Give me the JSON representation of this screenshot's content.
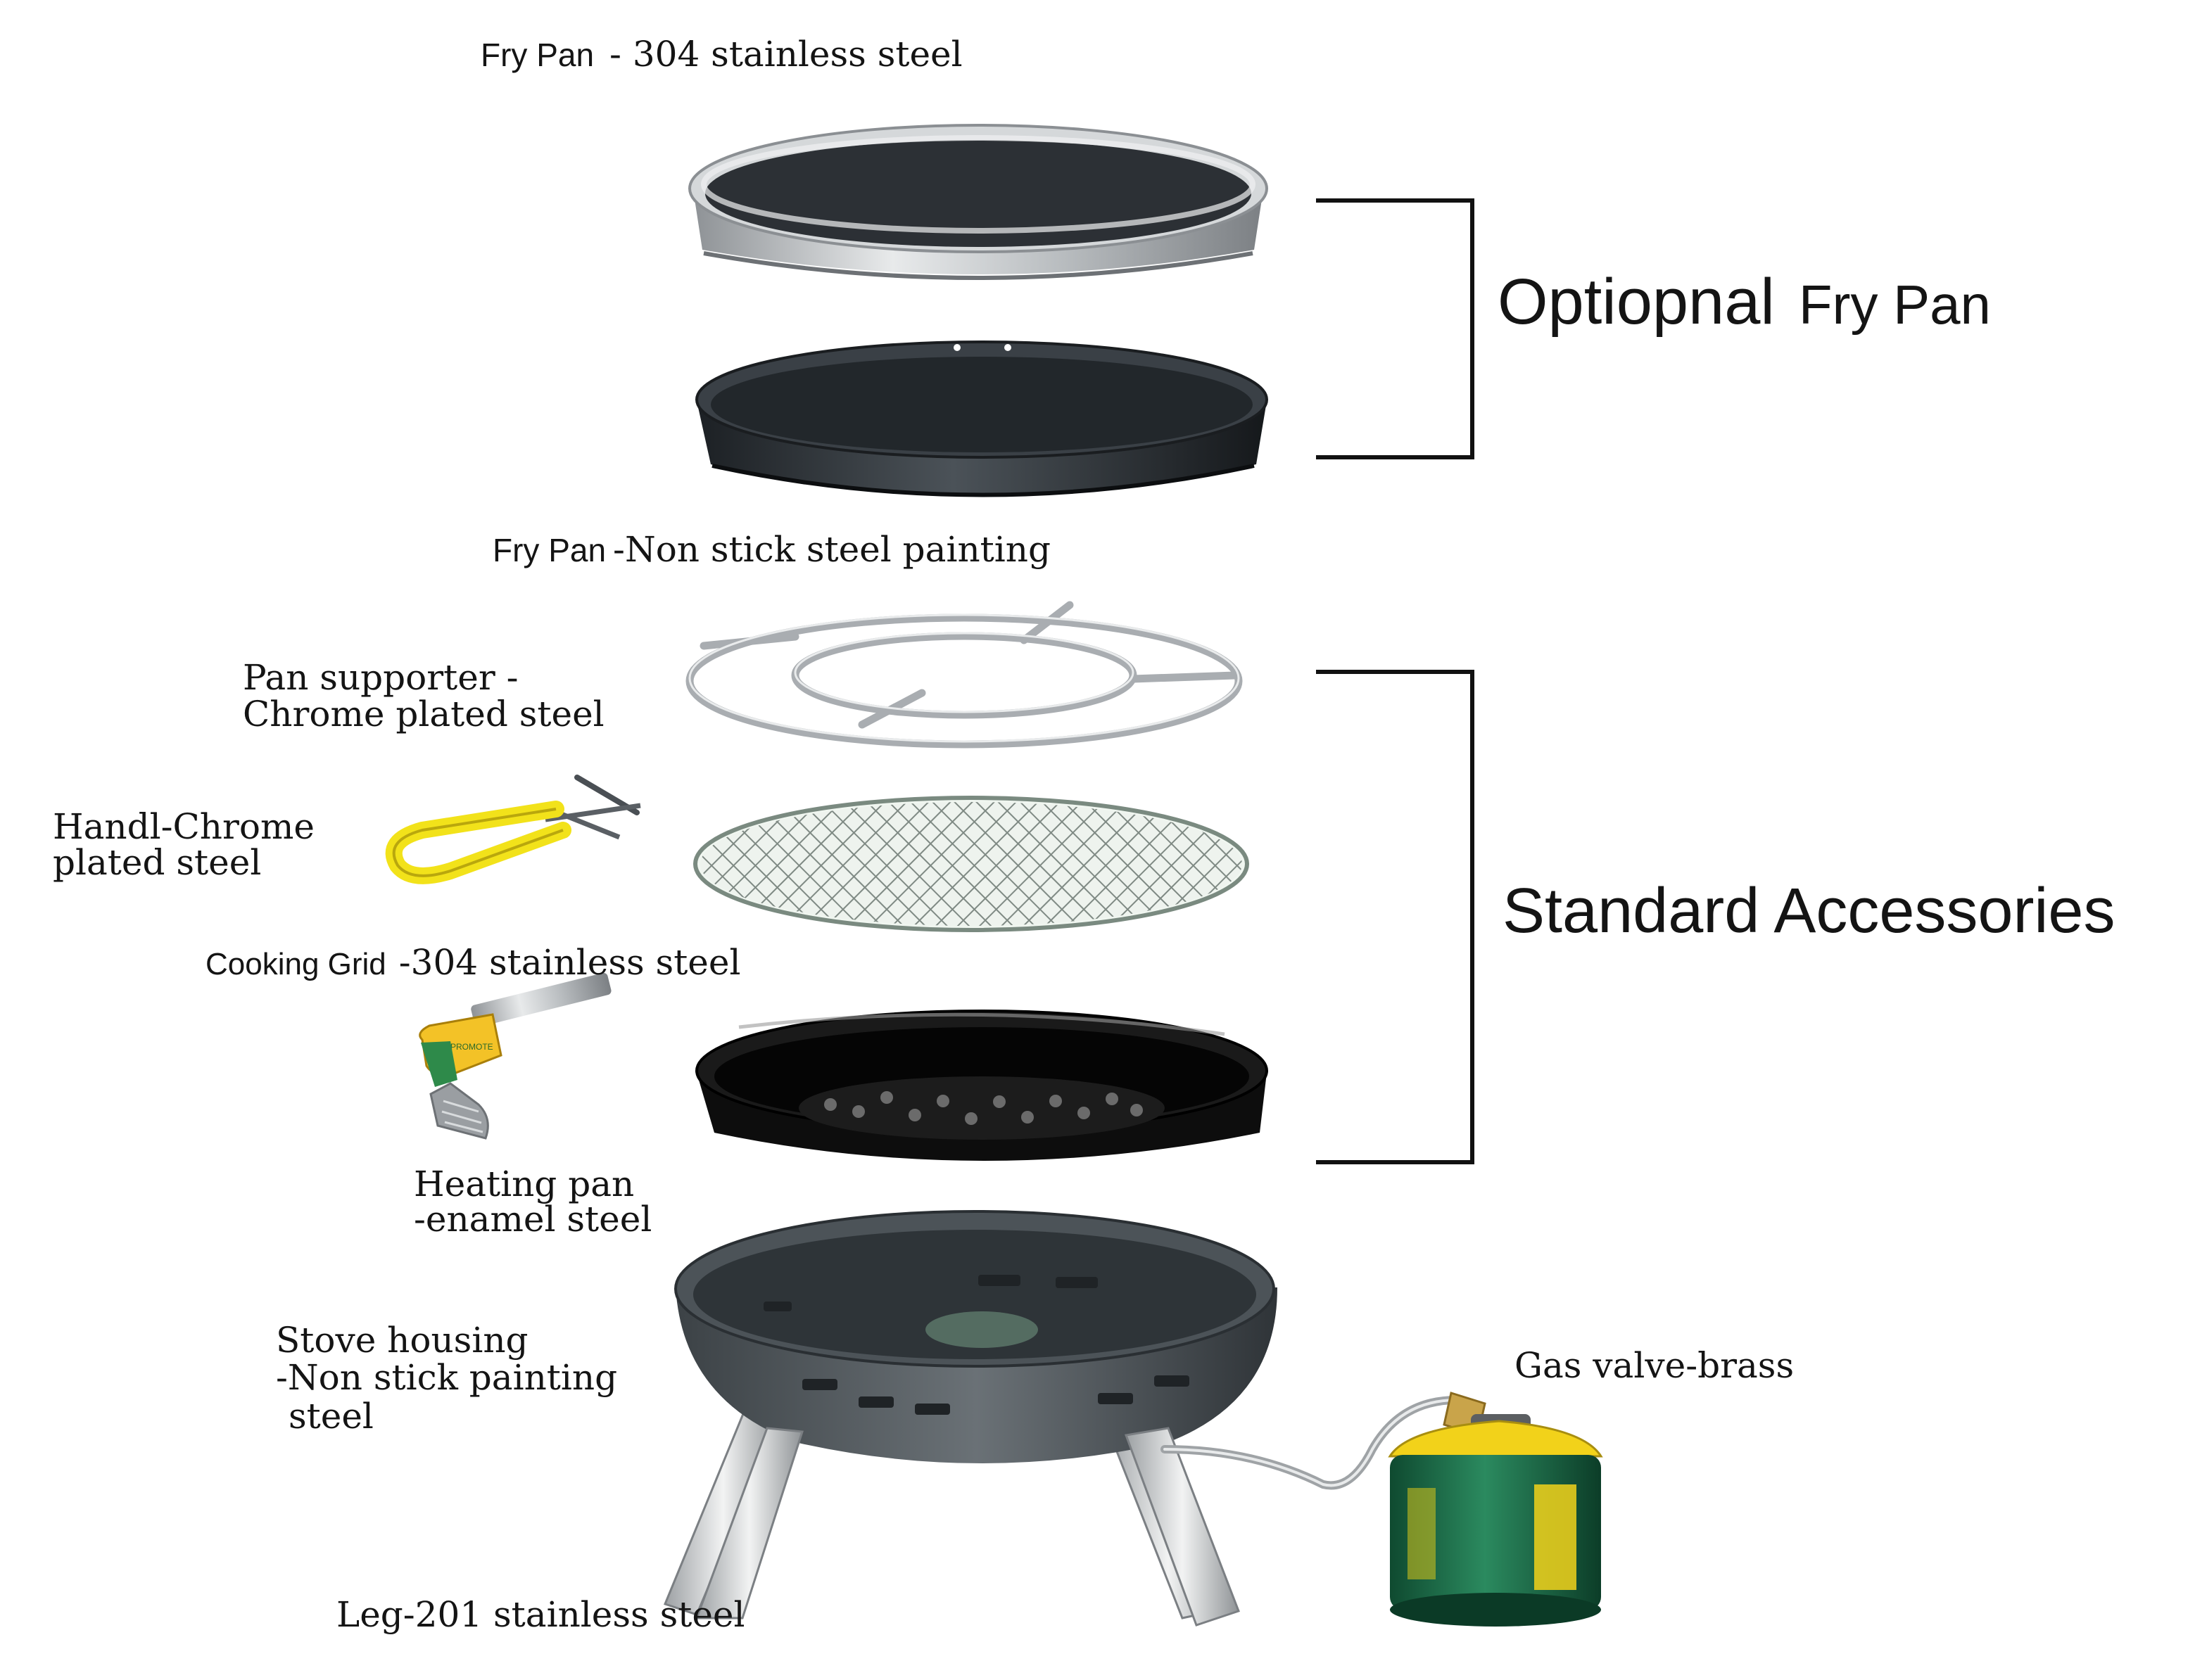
{
  "labels": {
    "fry_pan_top_prefix": "Fry Pan",
    "fry_pan_top_rest": "- 304 stainless steel",
    "fry_pan_nonstick_prefix": "Fry Pan",
    "fry_pan_nonstick_rest": "-Non stick steel painting",
    "pan_supporter_line1": "Pan supporter -",
    "pan_supporter_line2": "Chrome plated steel",
    "handle_line1": "Handl-Chrome",
    "handle_line2": "plated steel",
    "cooking_grid_prefix": "Cooking Grid",
    "cooking_grid_rest": "-304 stainless steel",
    "heating_pan_line1": "Heating pan",
    "heating_pan_line2": "-enamel steel",
    "stove_housing_line1": "Stove housing",
    "stove_housing_line2": "-Non stick painting",
    "stove_housing_line3": "steel",
    "gas_valve": "Gas valve-brass",
    "leg": "Leg-201 stainless steel"
  },
  "groups": {
    "optional_word": "Optiopnal",
    "optional_item": "Fry Pan",
    "standard": "Standard Accessories"
  },
  "igniter_brand": "PROMOTE",
  "colors": {
    "stainless": "#c9ccce",
    "nonstick": "#2b3035",
    "chrome": "#b9bdc1",
    "handle_grip": "#f2e21a",
    "enamel": "#0b0b0b",
    "canister": "#1f6b4a",
    "canister_label": "#f2d21a",
    "igniter_body": "#f3c227",
    "brass": "#c9a44a"
  },
  "icons": [
    "fry-pan",
    "pan-supporter",
    "handle",
    "cooking-grid",
    "igniter",
    "heating-pan",
    "stove-housing",
    "gas-canister"
  ]
}
